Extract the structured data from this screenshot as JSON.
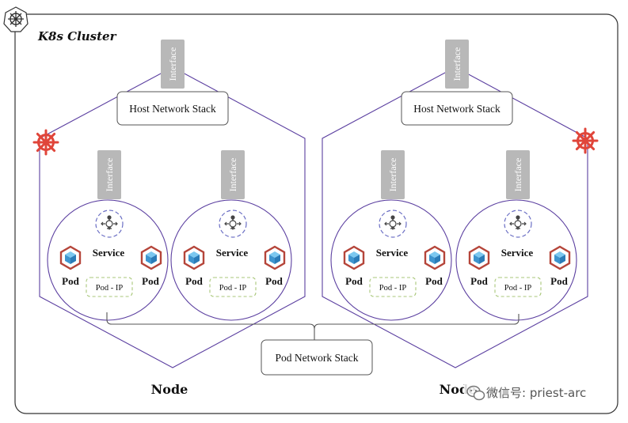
{
  "cluster": {
    "title": "K8s Cluster"
  },
  "nodes": [
    {
      "label": "Node",
      "host_stack": "Host Network Stack",
      "interface": "Interface",
      "pods": [
        {
          "interface": "Interface",
          "service": "Service",
          "pod_left": "Pod",
          "pod_right": "Pod",
          "pod_ip": "Pod - IP"
        },
        {
          "interface": "Interface",
          "service": "Service",
          "pod_left": "Pod",
          "pod_right": "Pod",
          "pod_ip": "Pod - IP"
        }
      ]
    },
    {
      "label": "Node",
      "host_stack": "Host Network Stack",
      "interface": "Interface",
      "pods": [
        {
          "interface": "Interface",
          "service": "Service",
          "pod_left": "Pod",
          "pod_right": "Pod",
          "pod_ip": "Pod - IP"
        },
        {
          "interface": "Interface",
          "service": "Service",
          "pod_left": "Pod",
          "pod_right": "Pod",
          "pod_ip": "Pod - IP"
        }
      ]
    }
  ],
  "pod_network": {
    "label": "Pod Network Stack"
  },
  "watermark": {
    "text": "微信号: priest-arc"
  },
  "colors": {
    "hexagon": "#5b3fa0",
    "helm": "#e0453a",
    "pod_cube_border": "#b5453a",
    "pod_cube": "#45a6dd",
    "interface": "#b8b8b8",
    "pod_ip_border": "#a9c77a",
    "service_ring": "#6b6fc4"
  },
  "icons": {
    "cluster_logo": "kubernetes-helm-icon",
    "node_logo": "kubernetes-helm-icon",
    "pod": "pod-cube-icon",
    "service": "service-icon",
    "watermark": "wechat-icon"
  }
}
